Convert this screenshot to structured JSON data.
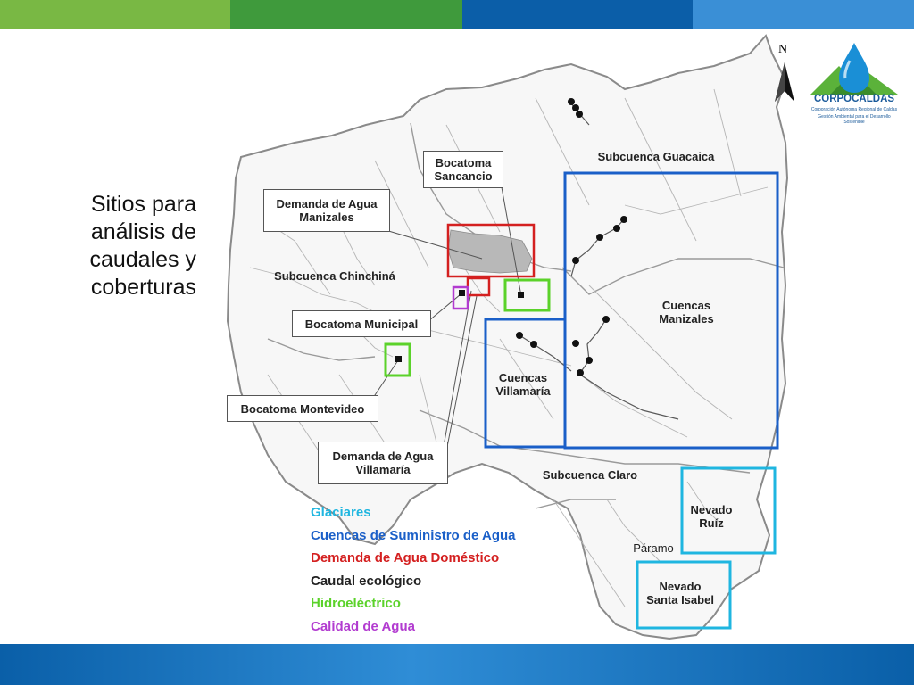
{
  "colors": {
    "top_bar": [
      "#79b844",
      "#3f9a3c",
      "#0b5ea8",
      "#3a8fd6"
    ],
    "glaciares": "#1fb6e0",
    "suministro": "#1a5fc8",
    "domestico": "#d42020",
    "caudal": "#222222",
    "hidro": "#5bd22a",
    "calidad": "#b23bd0"
  },
  "side_title": [
    "Sitios para",
    "análisis de",
    "caudales y",
    "coberturas"
  ],
  "north_label": "N",
  "logo": {
    "name": "CORPOCALDAS",
    "line1": "Corporación Autónoma Regional de Caldas",
    "line2": "Gestión Ambiental para el Desarrollo Sostenible"
  },
  "map_labels": {
    "bocatoma_sancancio": [
      "Bocatoma",
      "Sancancio"
    ],
    "demanda_manizales": [
      "Demanda de Agua",
      "Manizales"
    ],
    "subcuenca_chinchina": "Subcuenca Chinchiná",
    "bocatoma_municipal": "Bocatoma Municipal",
    "bocatoma_montevideo": "Bocatoma Montevideo",
    "demanda_villamaria": [
      "Demanda de Agua",
      "Villamaría"
    ],
    "subcuenca_guacaica": "Subcuenca Guacaica",
    "cuencas_manizales": [
      "Cuencas",
      "Manizales"
    ],
    "cuencas_villamaria": [
      "Cuencas",
      "Villamaría"
    ],
    "subcuenca_claro": "Subcuenca Claro",
    "nevado_ruiz": "Nevado Ruíz",
    "paramo": "Páramo",
    "nevado_santa_isabel": [
      "Nevado",
      "Santa Isabel"
    ]
  },
  "legend": [
    {
      "label": "Glaciares",
      "color": "#1fb6e0"
    },
    {
      "label": "Cuencas de Suministro de Agua",
      "color": "#1a5fc8"
    },
    {
      "label": "Demanda de Agua Doméstico",
      "color": "#d42020"
    },
    {
      "label": "Caudal ecológico",
      "color": "#222222"
    },
    {
      "label": "Hidroeléctrico",
      "color": "#5bd22a"
    },
    {
      "label": "Calidad de Agua",
      "color": "#b23bd0"
    }
  ]
}
